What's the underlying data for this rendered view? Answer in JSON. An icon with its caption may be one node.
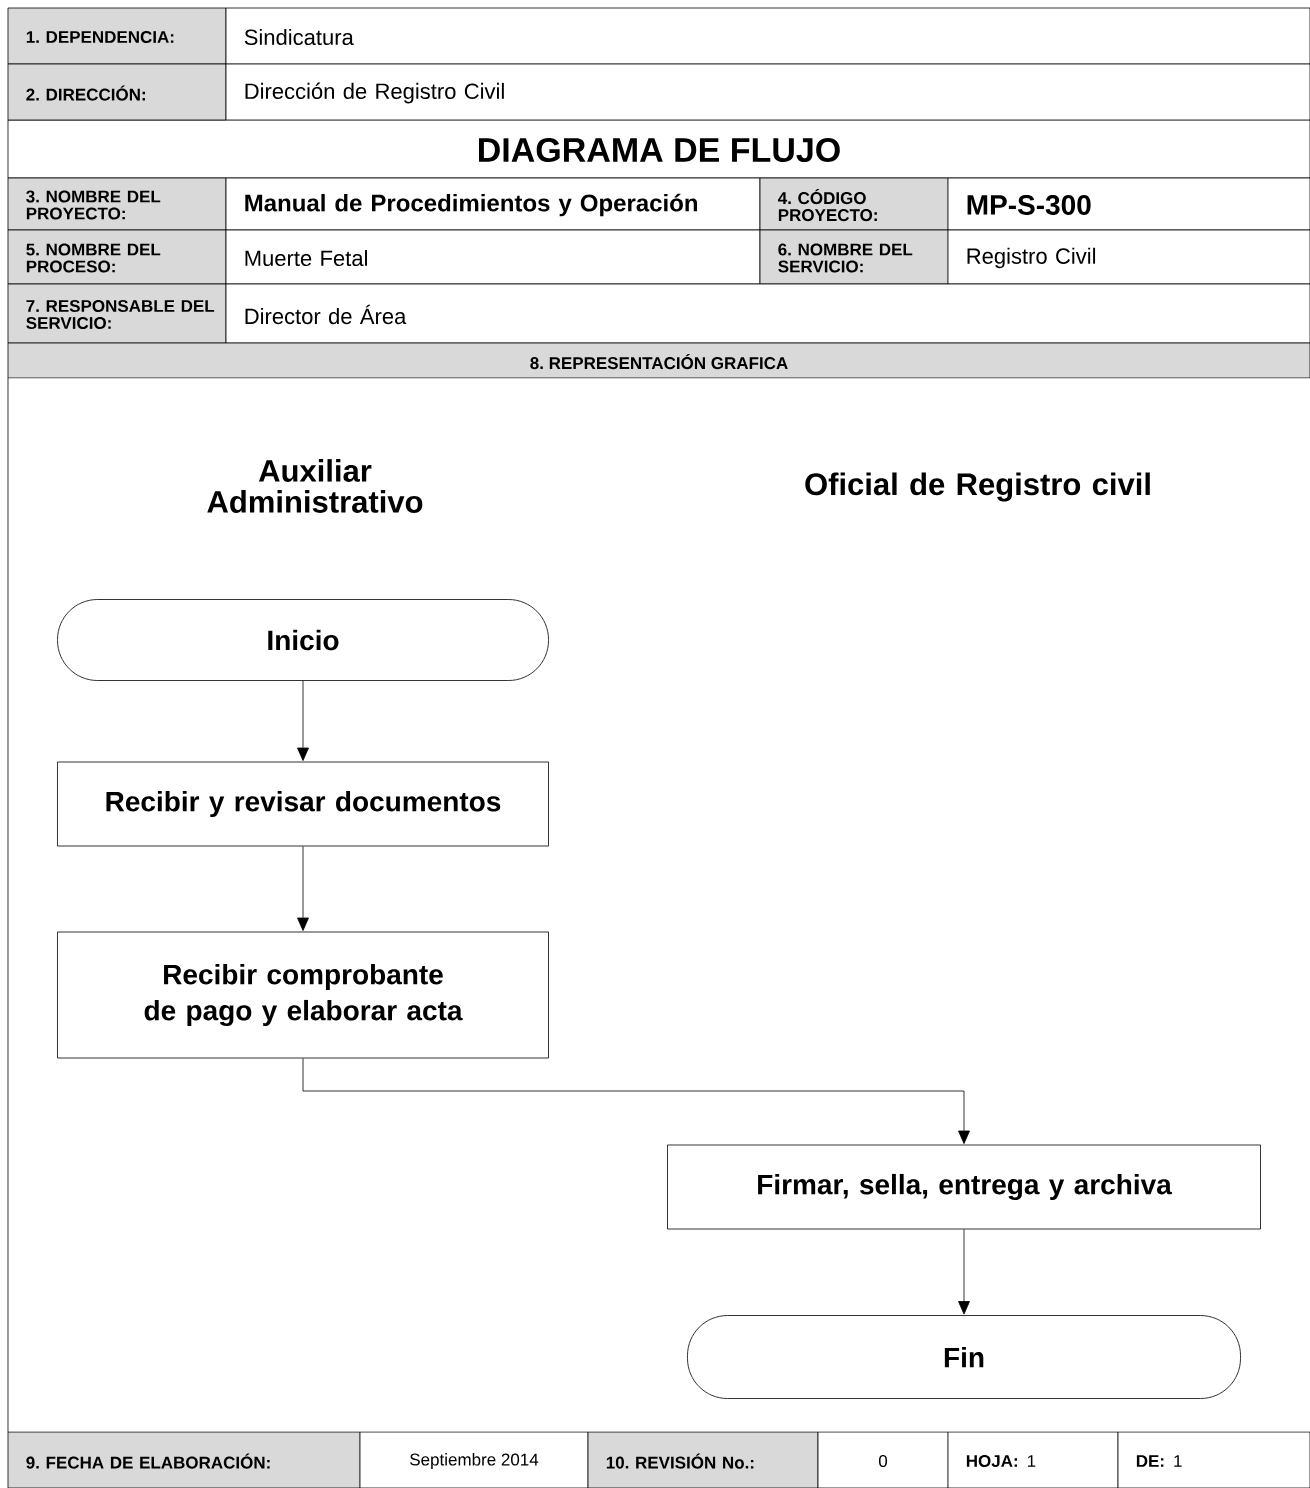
{
  "diagram": {
    "title": "DIAGRAMA DE FLUJO",
    "nodes": [
      {
        "text": [
          "Inicio"
        ]
      },
      {
        "text": [
          "Recibir y revisar documentos"
        ]
      },
      {
        "text": [
          "Recibir comprobante de pago y elaborar acta"
        ]
      },
      {
        "text": [
          "Firmar, sella, entrega y archiva"
        ]
      },
      {
        "text": [
          "Fin"
        ]
      }
    ],
    "edges": [
      {
        "from": 0,
        "to": 1,
        "arrow": "to"
      },
      {
        "from": 1,
        "to": 2,
        "arrow": "to"
      },
      {
        "from": 2,
        "to": 3,
        "arrow": "to"
      },
      {
        "from": 3,
        "to": 4,
        "arrow": "to"
      }
    ],
    "labels": [
      "1. DEPENDENCIA:",
      "Sindicatura",
      "2. DIRECCIÓN:",
      "Dirección de Registro Civil",
      "3. NOMBRE DEL PROYECTO:",
      "Manual de Procedimientos y Operación",
      "4. CÓDIGO PROYECTO:",
      "MP-S-300",
      "5. NOMBRE DEL PROCESO:",
      "Muerte Fetal",
      "6. NOMBRE DEL SERVICIO:",
      "Registro Civil",
      "7. RESPONSABLE DEL SERVICIO:",
      "Director de Área",
      "8. REPRESENTACIÓN GRAFICA",
      "Auxiliar Administrativo",
      "Oficial de Registro civil",
      "9. FECHA DE ELABORACIÓN:",
      "Septiembre 2014",
      "10. REVISIÓN No.:",
      "0",
      "HOJA:",
      "1",
      "DE:",
      "1"
    ]
  }
}
